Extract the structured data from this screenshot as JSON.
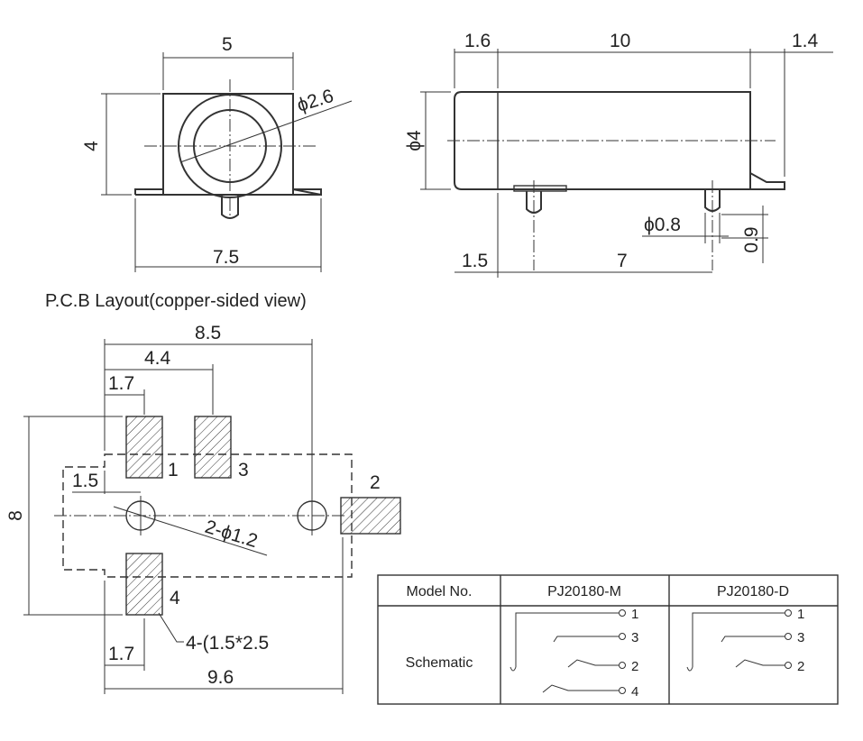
{
  "front_view": {
    "dim_width": "5",
    "dim_height": "4",
    "dim_diameter": "ϕ2.6",
    "dim_base": "7.5"
  },
  "side_view": {
    "dim_left": "1.6",
    "dim_length": "10",
    "dim_right": "1.4",
    "dim_diameter": "ϕ4",
    "dim_pin_diameter": "ϕ0.8",
    "dim_pin_height": "0.9",
    "dim_pin_offset": "1.5",
    "dim_pin_pitch": "7"
  },
  "pcb_layout": {
    "title": "P.C.B Layout(copper-sided view)",
    "dim_total": "8.5",
    "dim_pad3": "4.4",
    "dim_pad1": "1.7",
    "dim_height": "8",
    "dim_hole_offset": "1.5",
    "dim_holes": "2-ϕ1.2",
    "dim_pad_size": "4-(1.5*2.5",
    "dim_pad4": "1.7",
    "dim_body": "9.6",
    "pins": [
      "1",
      "3",
      "2",
      "4"
    ]
  },
  "table": {
    "header_model": "Model No.",
    "header_m": "PJ20180-M",
    "header_d": "PJ20180-D",
    "row_label": "Schematic",
    "m_pins": [
      "1",
      "3",
      "2",
      "4"
    ],
    "d_pins": [
      "1",
      "3",
      "2"
    ]
  }
}
